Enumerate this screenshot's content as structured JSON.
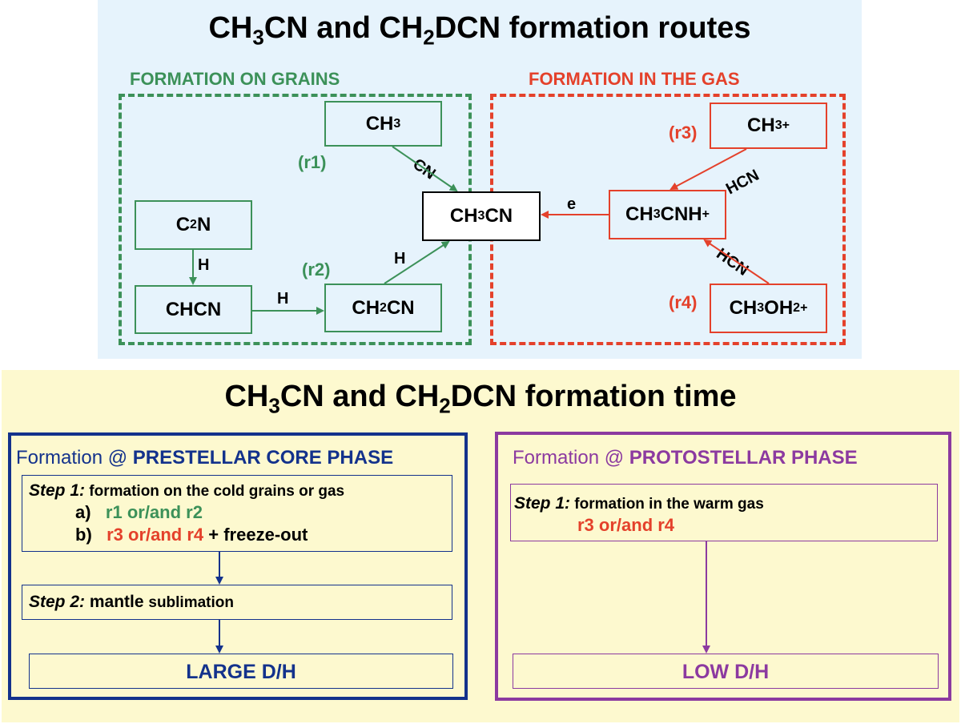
{
  "routes": {
    "title_parts": [
      "CH",
      "3",
      "CN and CH",
      "2",
      "DCN formation routes"
    ],
    "grains_label": "FORMATION ON GRAINS",
    "gas_label": "FORMATION IN THE GAS",
    "r1": "(r1)",
    "r2": "(r2)",
    "r3": "(r3)",
    "r4": "(r4)",
    "boxes": {
      "ch3": [
        "CH",
        "3",
        ""
      ],
      "c2n": [
        "C",
        "2",
        "N"
      ],
      "chcn": "CHCN",
      "ch2cn": [
        "CH",
        "2",
        "CN"
      ],
      "ch3cn": [
        "CH",
        "3",
        "CN"
      ],
      "ch3cnh": [
        "CH",
        "3",
        "CNH",
        "+"
      ],
      "ch3plus": [
        "CH",
        "3",
        "+"
      ],
      "ch3oh2plus": [
        "CH",
        "3",
        "OH",
        "2",
        "+"
      ]
    },
    "edges": {
      "cn": "CN",
      "h_c2n": "H",
      "h_chcn": "H",
      "h_ch2cn": "H",
      "e": "e",
      "hcn_top": "HCN",
      "hcn_bottom": "HCN"
    }
  },
  "time": {
    "title_parts": [
      "CH",
      "3",
      "CN and CH",
      "2",
      "DCN formation time"
    ],
    "prestellar": {
      "title_prefix": "Formation @ ",
      "title_phase": "PRESTELLAR CORE PHASE",
      "step1_label": "Step 1:",
      "step1_text": " formation on the cold grains or gas",
      "a_label": "a)",
      "a_text": "r1 or/and r2",
      "b_label": "b)",
      "b_text": "r3 or/and r4",
      "b_suffix": " + freeze-out",
      "step2_label": "Step 2:",
      "step2_text": " mantle ",
      "step2_small": "sublimation",
      "result": "LARGE D/H"
    },
    "protostellar": {
      "title_prefix": "Formation @ ",
      "title_phase": "PROTOSTELLAR PHASE",
      "step1_label": "Step 1:",
      "step1_text": " formation in the warm gas",
      "reactions": "r3 or/and r4",
      "result": "LOW D/H"
    }
  },
  "colors": {
    "grains": "#3c9159",
    "gas": "#e4412b",
    "prestellar": "#13328c",
    "protostellar": "#8c3aa0",
    "top_panel": "#e6f3fc",
    "bottom_panel": "#fdf9cf"
  }
}
